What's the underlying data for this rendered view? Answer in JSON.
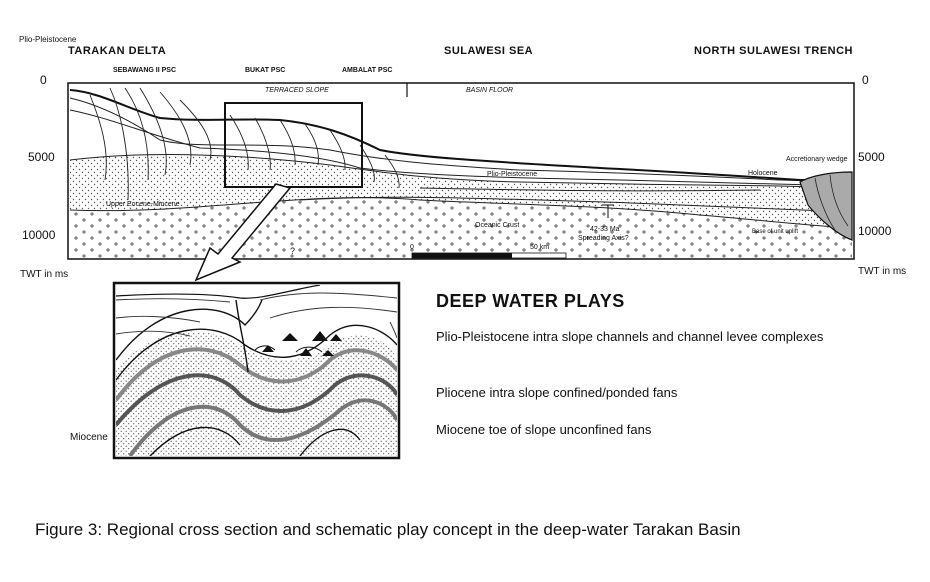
{
  "labels": {
    "plio_pleistocene_top": "Plio-Pleistocene",
    "tarakan_delta": "TARAKAN DELTA",
    "sulawesi_sea": "SULAWESI SEA",
    "north_sulawesi_trench": "NORTH SULAWESI TRENCH",
    "sebawang_psc": "SEBAWANG II PSC",
    "bukat_psc": "BUKAT PSC",
    "ambalat_psc": "AMBALAT PSC",
    "terraced_slope": "TERRACED SLOPE",
    "basin_floor": "BASIN FLOOR"
  },
  "axis": {
    "left": [
      "0",
      "5000",
      "10000"
    ],
    "right": [
      "0",
      "5000",
      "10000"
    ],
    "twt_left": "TWT in ms",
    "twt_right": "TWT in ms"
  },
  "section_labels": {
    "upper_eocene_miocene": "Upper Eocene-Miocene",
    "plio_pleistocene": "Plio-Pleistocene",
    "oceanic_crust": "Oceanic Crust",
    "age": "42-33 Ma",
    "spreading_axis": "Spreading Axis?",
    "holocene": "Holocene",
    "accretionary_wedge": "Accretionary wedge",
    "base_unit": "Base of unit uplift",
    "question": "?",
    "scale_0": "0",
    "scale_50": "50 km"
  },
  "inset": {
    "miocene": "Miocene"
  },
  "plays": {
    "title": "DEEP WATER PLAYS",
    "items": [
      "Plio-Pleistocene intra slope channels and channel levee complexes",
      "Pliocene intra slope confined/ponded fans",
      "Miocene toe of slope unconfined fans"
    ]
  },
  "caption": "Figure 3: Regional cross section and schematic play concept in the deep-water Tarakan Basin"
}
